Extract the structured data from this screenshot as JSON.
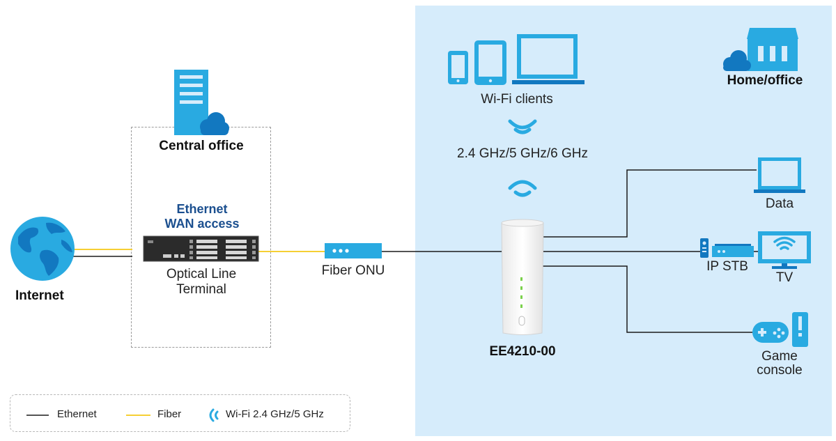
{
  "colors": {
    "accent": "#29aae1",
    "accent_dark": "#1278c0",
    "panel_bg": "#d6ecfb",
    "fiber": "#f6cf34",
    "ethernet": "#1a1a1a",
    "wan_text": "#1b4f8f"
  },
  "nodes": {
    "internet": {
      "label": "Internet",
      "icon": "globe-icon"
    },
    "central_office": {
      "label": "Central office",
      "icon": "server-cloud-icon"
    },
    "wan_access": {
      "line1": "Ethernet",
      "line2": "WAN access"
    },
    "olt": {
      "line1": "Optical Line",
      "line2": "Terminal",
      "icon": "olt-rack-icon"
    },
    "onu": {
      "label": "Fiber ONU",
      "icon": "onu-icon"
    },
    "router": {
      "label": "EE4210-00",
      "icon": "router-icon"
    },
    "wifi_clients": {
      "label": "Wi-Fi clients",
      "icon": "devices-icon"
    },
    "wifi_bands": {
      "label": "2.4 GHz/5 GHz/6 GHz",
      "icon": "wifi-signal-icon"
    },
    "home_office": {
      "label": "Home/office",
      "icon": "building-cloud-icon"
    },
    "data": {
      "label": "Data",
      "icon": "laptop-icon"
    },
    "stb": {
      "label": "IP STB",
      "icon": "set-top-box-icon"
    },
    "tv": {
      "label": "TV",
      "icon": "tv-icon"
    },
    "game": {
      "line1": "Game",
      "line2": "console",
      "icon": "game-console-icon"
    }
  },
  "legend": {
    "ethernet": "Ethernet",
    "fiber": "Fiber",
    "wifi": "Wi-Fi 2.4 GHz/5 GHz"
  }
}
